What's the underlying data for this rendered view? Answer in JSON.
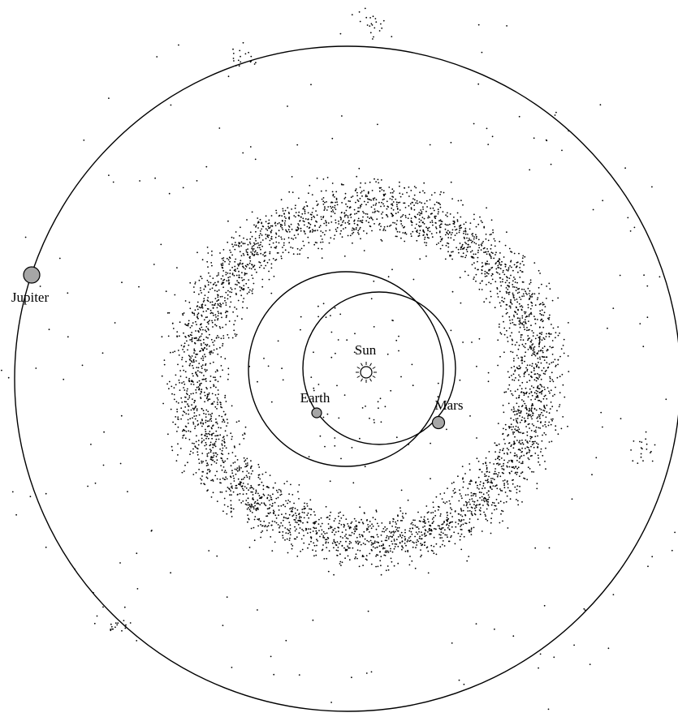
{
  "labels": {
    "sun": "Sun",
    "earth": "Earth",
    "mars": "Mars",
    "jupiter": "Jupiter"
  },
  "colors": {
    "background": "#ffffff",
    "ink": "#000000",
    "planet_fill": "#a6a6a6"
  },
  "icons": {
    "sun": "sun-icon",
    "planet": "planet-disc"
  }
}
